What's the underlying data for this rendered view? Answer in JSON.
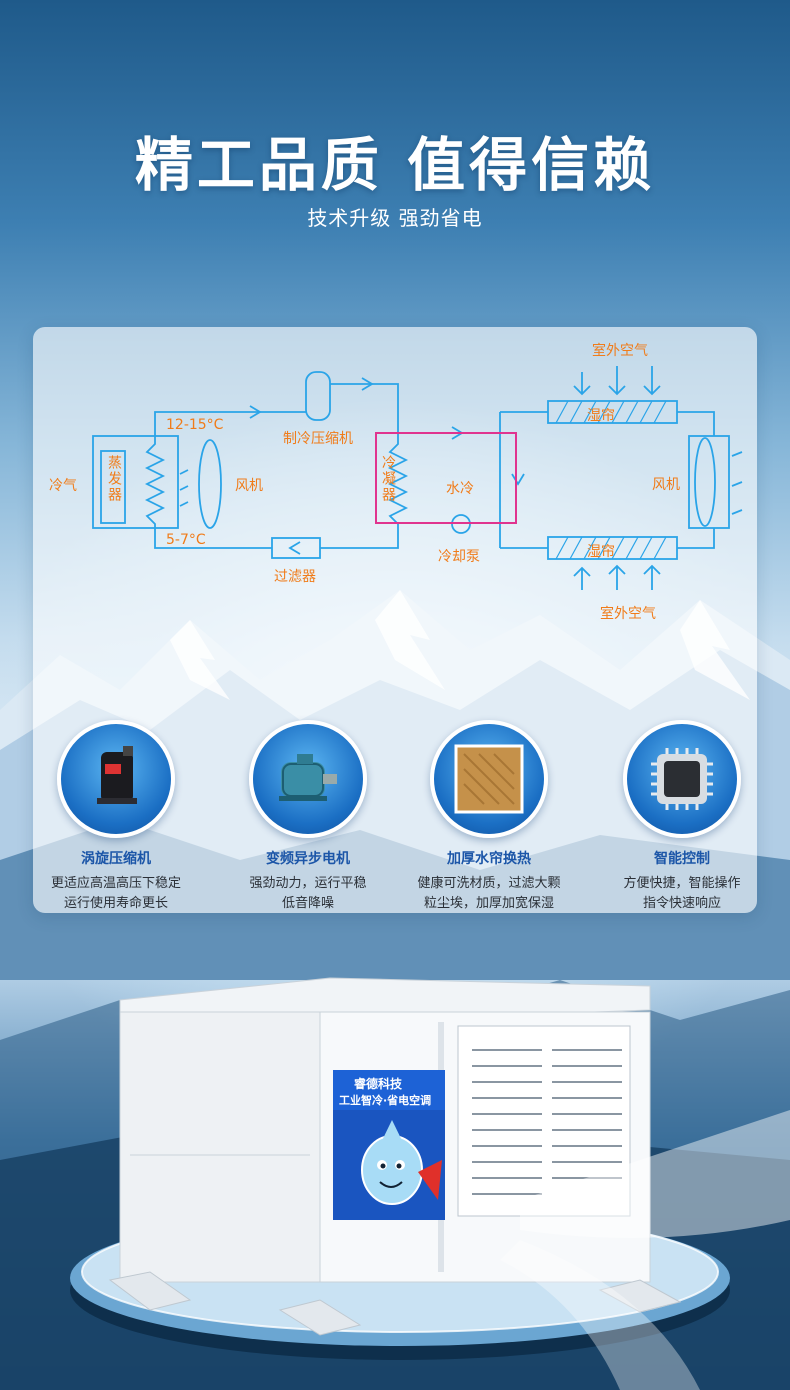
{
  "header": {
    "title": "精工品质 值得信赖",
    "subtitle": "技术升级 强劲省电"
  },
  "diagram": {
    "cold_air": "冷气",
    "evaporator": "蒸发器",
    "temp_high": "12-15°C",
    "temp_low": "5-7°C",
    "fan_left": "风机",
    "compressor": "制冷压缩机",
    "filter": "过滤器",
    "condenser": "冷凝器",
    "water_cooling": "水冷",
    "cooling_pump": "冷却泵",
    "outdoor_air_top": "室外空气",
    "wet_curtain_top": "湿帘",
    "fan_right": "风机",
    "wet_curtain_bottom": "湿帘",
    "outdoor_air_bottom": "室外空气"
  },
  "features": [
    {
      "title": "涡旋压缩机",
      "line1": "更适应高温高压下稳定",
      "line2": "运行使用寿命更长",
      "icon": "compressor-icon"
    },
    {
      "title": "变频异步电机",
      "line1": "强劲动力，运行平稳",
      "line2": "低音降噪",
      "icon": "motor-icon"
    },
    {
      "title": "加厚水帘换热",
      "line1": "健康可洗材质，过滤大颗",
      "line2": "粒尘埃，加厚加宽保湿",
      "icon": "water-curtain-icon"
    },
    {
      "title": "智能控制",
      "line1": "方便快捷，智能操作",
      "line2": "指令快速响应",
      "icon": "chip-icon"
    }
  ],
  "product": {
    "brand": "睿德科技",
    "slogan": "工业智冷·省电空调"
  },
  "colors": {
    "accent_orange": "#f07c1a",
    "line_blue": "#2aa4e8",
    "line_magenta": "#e0348f",
    "feature_title": "#1c56a8"
  }
}
